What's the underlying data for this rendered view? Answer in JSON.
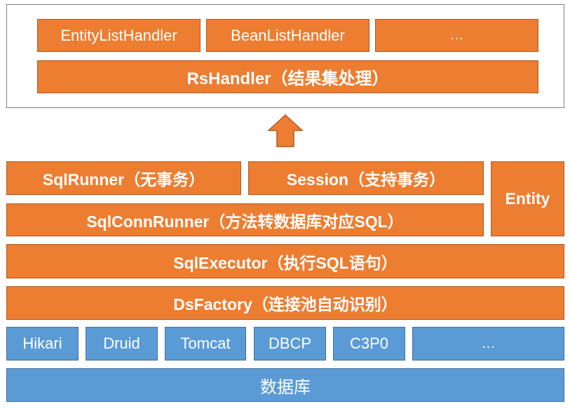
{
  "handlers": {
    "items": [
      "EntityListHandler",
      "BeanListHandler",
      "…"
    ],
    "rs_handler": "RsHandler（结果集处理）"
  },
  "runners": {
    "sql_runner": "SqlRunner（无事务）",
    "session": "Session（支持事务）",
    "entity": "Entity",
    "conn_runner": "SqlConnRunner（方法转数据库对应SQL）"
  },
  "executor": "SqlExecutor（执行SQL语句）",
  "ds_factory": "DsFactory（连接池自动识别）",
  "pools": [
    "Hikari",
    "Druid",
    "Tomcat",
    "DBCP",
    "C3P0",
    "…"
  ],
  "database": "数据库",
  "colors": {
    "orange": "#ed7d31",
    "orange_border": "#ae5a21",
    "blue": "#5b9bd5",
    "blue_border": "#41719c",
    "frame_border": "#7f7f7f"
  }
}
